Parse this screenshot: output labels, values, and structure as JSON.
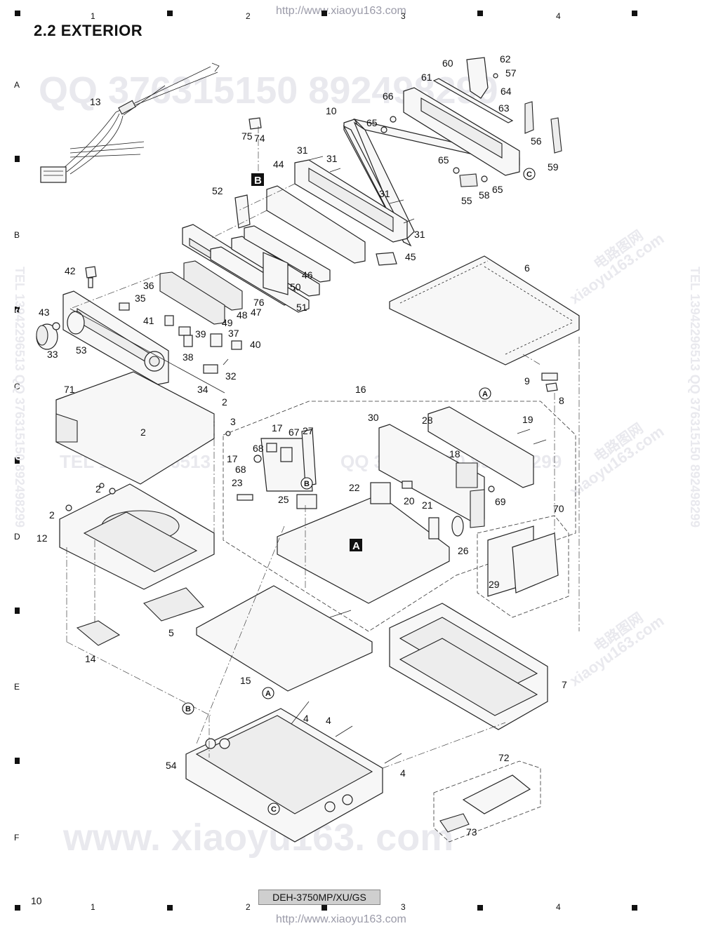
{
  "header": {
    "title": "2.2  EXTERIOR",
    "url_top": "http://www.xiaoyu163.com",
    "url_bottom": "http://www.xiaoyu163.com"
  },
  "grid": {
    "columns": [
      "1",
      "2",
      "3",
      "4"
    ],
    "rows": [
      "A",
      "B",
      "C",
      "D",
      "E",
      "F"
    ]
  },
  "footer": {
    "page_number": "10",
    "model": "DEH-3750MP/XU/GS"
  },
  "watermarks": {
    "qq_line": "QQ 376315150   892498299",
    "tel_line": "TEL 13942296513",
    "qq_mid": "QQ 376315150  892498299",
    "site_big": "www. xiaoyu163. com",
    "side_right": "TEL 13942296513  QQ 376315150  892498299",
    "side_left": "TEL 13942296513  QQ 376315150  892498299",
    "cn_1": "电路图网",
    "com_1": "xiaoyu163.com",
    "cn_2": "电路图网",
    "com_2": "xiaoyu163.com",
    "cn_3": "电路图网",
    "com_3": "xiaoyu163.com"
  },
  "section_labels": {
    "A": "A",
    "B": "B",
    "circle_a": "A",
    "circle_b": "B",
    "circle_c": "C"
  },
  "callouts": [
    "13",
    "75",
    "74",
    "10",
    "31",
    "31",
    "31",
    "31",
    "44",
    "52",
    "60",
    "61",
    "62",
    "57",
    "66",
    "64",
    "63",
    "65",
    "65",
    "65",
    "56",
    "58",
    "55",
    "59",
    "45",
    "6",
    "42",
    "36",
    "35",
    "41",
    "39",
    "37",
    "40",
    "43",
    "33",
    "53",
    "38",
    "34",
    "32",
    "49",
    "48",
    "47",
    "76",
    "50",
    "46",
    "51",
    "71",
    "2",
    "2",
    "2",
    "2",
    "3",
    "17",
    "67",
    "27",
    "68",
    "17",
    "68",
    "23",
    "25",
    "16",
    "30",
    "28",
    "22",
    "20",
    "21",
    "26",
    "19",
    "18",
    "69",
    "9",
    "8",
    "70",
    "29",
    "12",
    "5",
    "14",
    "15",
    "4",
    "4",
    "4",
    "54",
    "7",
    "72",
    "73"
  ]
}
